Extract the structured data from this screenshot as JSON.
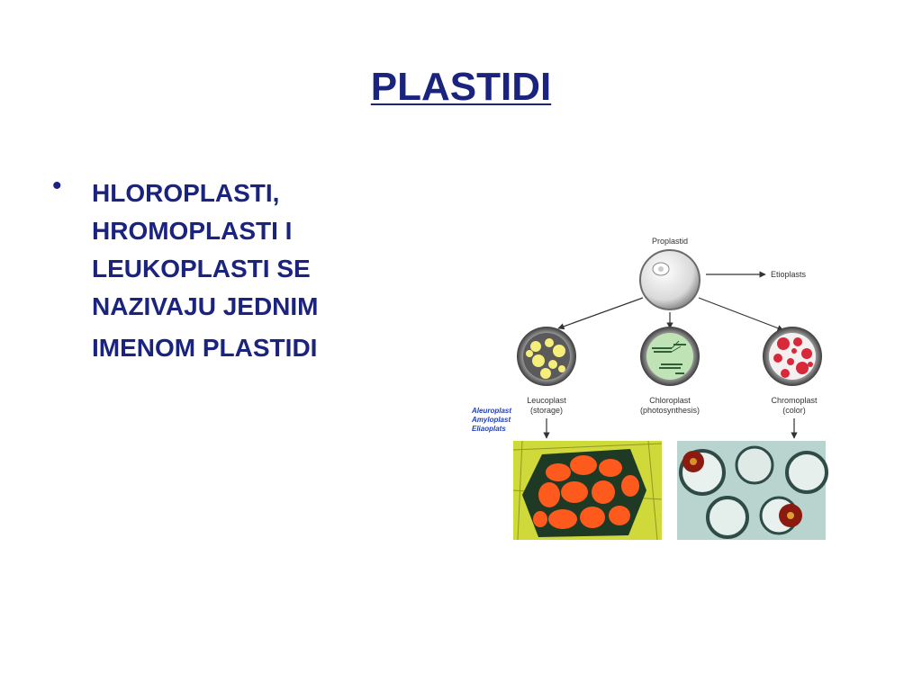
{
  "slide": {
    "title": "PLASTIDI",
    "bullet_glyph": "•",
    "bullet_lines": [
      "HLOROPLASTI,",
      "HROMOPLASTI I",
      "LEUKOPLASTI SE",
      "NAZIVAJU JEDNIM",
      "IMENOM PLASTIDI"
    ]
  },
  "diagram": {
    "proplastid": "Proplastid",
    "etioplasts": "Etioplasts",
    "leucoplast": "Leucoplast",
    "leucoplast_sub": "(storage)",
    "chloroplast": "Chloroplast",
    "chloroplast_sub": "(photosynthesis)",
    "chromoplast": "Chromoplast",
    "chromoplast_sub": "(color)",
    "leucoplast_types": [
      "Aleuroplast",
      "Amyloplast",
      "Eliaoplats"
    ],
    "colors": {
      "title": "#1a237e",
      "leucoplast_fill": "#f5ee7a",
      "chloroplast_fill": "#bfe3b4",
      "chromoplast_fill": "#d8283a",
      "micro_left_bg": "#cfd93a",
      "micro_left_cells": "#ff5a1e",
      "micro_right_bg": "#b9d3cf",
      "micro_right_spots": "#8b1a10",
      "types_label": "#1f3fbf"
    }
  }
}
